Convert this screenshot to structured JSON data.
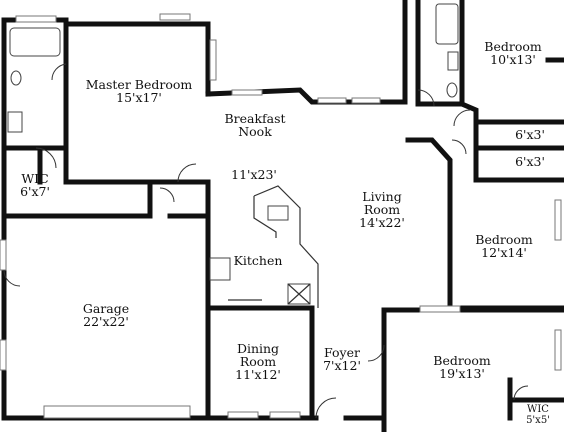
{
  "rooms": [
    {
      "id": "master",
      "name": "Master Bedroom",
      "dims": "15'x17'"
    },
    {
      "id": "breakfast",
      "name": "Breakfast Nook",
      "dims": ""
    },
    {
      "id": "bed2",
      "name": "Bedroom",
      "dims": "10'x13'"
    },
    {
      "id": "closet1",
      "name": "",
      "dims": "6'x3'"
    },
    {
      "id": "closet2",
      "name": "",
      "dims": "6'x3'"
    },
    {
      "id": "wic1",
      "name": "WIC",
      "dims": "6'x7'"
    },
    {
      "id": "nookdim",
      "name": "",
      "dims": "11'x23'"
    },
    {
      "id": "living",
      "name": "Living Room",
      "dims": "14'x22'"
    },
    {
      "id": "kitchen",
      "name": "Kitchen",
      "dims": ""
    },
    {
      "id": "bed3",
      "name": "Bedroom",
      "dims": "12'x14'"
    },
    {
      "id": "garage",
      "name": "Garage",
      "dims": "22'x22'"
    },
    {
      "id": "dining",
      "name": "Dining Room",
      "dims": "11'x12'"
    },
    {
      "id": "foyer",
      "name": "Foyer",
      "dims": "7'x12'"
    },
    {
      "id": "bed4",
      "name": "Bedroom",
      "dims": "19'x13'"
    },
    {
      "id": "wic2",
      "name": "WIC",
      "dims": "5'x5'"
    }
  ],
  "colors": {
    "wall": "#111111",
    "background": "#ffffff"
  }
}
